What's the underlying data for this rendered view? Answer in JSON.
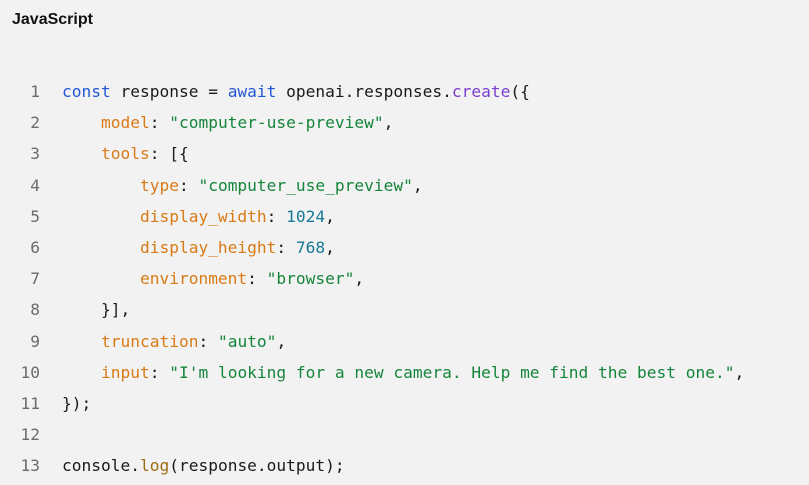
{
  "header": {
    "language_label": "JavaScript"
  },
  "colors": {
    "background": "#f2f2f2",
    "keyword": "#2157d6",
    "method": "#7a3fd0",
    "property": "#d97a16",
    "string": "#15853b",
    "number": "#167a94",
    "line_number": "#6b6b6b"
  },
  "code": {
    "lines": [
      {
        "number": "1",
        "tokens": [
          {
            "t": "const",
            "k": "keyword"
          },
          {
            "t": " response = ",
            "k": "ident"
          },
          {
            "t": "await",
            "k": "keyword"
          },
          {
            "t": " openai.responses.",
            "k": "ident"
          },
          {
            "t": "create",
            "k": "method"
          },
          {
            "t": "({",
            "k": "punct"
          }
        ]
      },
      {
        "number": "2",
        "tokens": [
          {
            "t": "    ",
            "k": "ident"
          },
          {
            "t": "model",
            "k": "prop"
          },
          {
            "t": ": ",
            "k": "punct"
          },
          {
            "t": "\"computer-use-preview\"",
            "k": "string"
          },
          {
            "t": ",",
            "k": "punct"
          }
        ]
      },
      {
        "number": "3",
        "tokens": [
          {
            "t": "    ",
            "k": "ident"
          },
          {
            "t": "tools",
            "k": "prop"
          },
          {
            "t": ": [{",
            "k": "punct"
          }
        ]
      },
      {
        "number": "4",
        "tokens": [
          {
            "t": "        ",
            "k": "ident"
          },
          {
            "t": "type",
            "k": "prop"
          },
          {
            "t": ": ",
            "k": "punct"
          },
          {
            "t": "\"computer_use_preview\"",
            "k": "string"
          },
          {
            "t": ",",
            "k": "punct"
          }
        ]
      },
      {
        "number": "5",
        "tokens": [
          {
            "t": "        ",
            "k": "ident"
          },
          {
            "t": "display_width",
            "k": "prop"
          },
          {
            "t": ": ",
            "k": "punct"
          },
          {
            "t": "1024",
            "k": "number"
          },
          {
            "t": ",",
            "k": "punct"
          }
        ]
      },
      {
        "number": "6",
        "tokens": [
          {
            "t": "        ",
            "k": "ident"
          },
          {
            "t": "display_height",
            "k": "prop"
          },
          {
            "t": ": ",
            "k": "punct"
          },
          {
            "t": "768",
            "k": "number"
          },
          {
            "t": ",",
            "k": "punct"
          }
        ]
      },
      {
        "number": "7",
        "tokens": [
          {
            "t": "        ",
            "k": "ident"
          },
          {
            "t": "environment",
            "k": "prop"
          },
          {
            "t": ": ",
            "k": "punct"
          },
          {
            "t": "\"browser\"",
            "k": "string"
          },
          {
            "t": ",",
            "k": "punct"
          }
        ]
      },
      {
        "number": "8",
        "tokens": [
          {
            "t": "    }],",
            "k": "punct"
          }
        ]
      },
      {
        "number": "9",
        "tokens": [
          {
            "t": "    ",
            "k": "ident"
          },
          {
            "t": "truncation",
            "k": "prop"
          },
          {
            "t": ": ",
            "k": "punct"
          },
          {
            "t": "\"auto\"",
            "k": "string"
          },
          {
            "t": ",",
            "k": "punct"
          }
        ]
      },
      {
        "number": "10",
        "tokens": [
          {
            "t": "    ",
            "k": "ident"
          },
          {
            "t": "input",
            "k": "prop"
          },
          {
            "t": ": ",
            "k": "punct"
          },
          {
            "t": "\"I'm looking for a new camera. Help me find the best one.\"",
            "k": "string"
          },
          {
            "t": ",",
            "k": "punct"
          }
        ]
      },
      {
        "number": "11",
        "tokens": [
          {
            "t": "});",
            "k": "punct"
          }
        ]
      },
      {
        "number": "12",
        "tokens": []
      },
      {
        "number": "13",
        "tokens": [
          {
            "t": "console.",
            "k": "ident"
          },
          {
            "t": "log",
            "k": "func"
          },
          {
            "t": "(response.output);",
            "k": "punct"
          }
        ]
      }
    ]
  }
}
